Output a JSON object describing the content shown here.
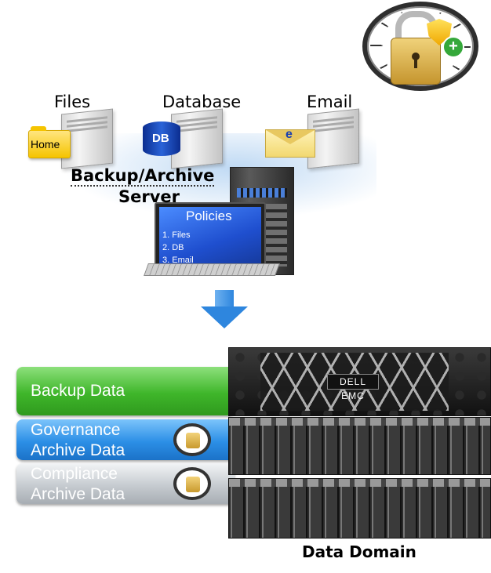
{
  "sources": {
    "files": {
      "label": "Files",
      "folder_label": "Home"
    },
    "database": {
      "label": "Database",
      "icon_label": "DB"
    },
    "email": {
      "label": "Email",
      "icon_label": "e"
    }
  },
  "backup_server": {
    "label_line1": "Backup/Archive",
    "label_line2": "Server",
    "policies_title": "Policies",
    "policy_items": [
      "1. Files",
      "2. DB",
      "3. Email"
    ]
  },
  "data_tiers": {
    "backup": {
      "label": "Backup Data"
    },
    "governance": {
      "label_line1": "Governance",
      "label_line2": "Archive Data"
    },
    "compliance": {
      "label_line1": "Compliance",
      "label_line2": "Archive Data"
    }
  },
  "appliance": {
    "brand": "DELL EMC",
    "caption": "Data Domain"
  },
  "colors": {
    "backup_green": "#3fb62a",
    "governance_blue": "#2c8fe6",
    "compliance_gray": "#c6cbd0",
    "arrow_blue": "#2e86de"
  },
  "icons": [
    "clock-lock-icon",
    "server-icon",
    "folder-icon",
    "database-icon",
    "envelope-icon",
    "down-arrow-icon"
  ]
}
